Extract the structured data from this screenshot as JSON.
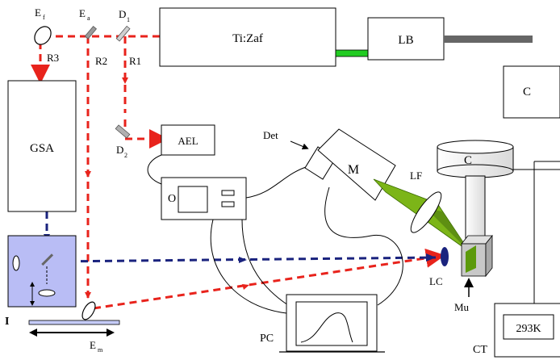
{
  "labels": {
    "ef": "E",
    "ef_sub": "f",
    "ea": "E",
    "ea_sub": "a",
    "d1": "D",
    "d1_sub": "1",
    "d2": "D",
    "d2_sub": "2",
    "r1": "R1",
    "r2": "R2",
    "r3": "R3",
    "tizaf": "Ti:Zaf",
    "lb": "LB",
    "c_top": "C",
    "c_cryo": "C",
    "gsa": "GSA",
    "ael": "AEL",
    "det": "Det",
    "m": "M",
    "lf": "LF",
    "o": "O",
    "lc": "LC",
    "mu": "Mu",
    "i": "I",
    "em": "E",
    "em_sub": "m",
    "pc": "PC",
    "ct": "CT",
    "temp": "293K"
  },
  "colors": {
    "red_beam": "#e8231c",
    "blue_beam": "#1a237e",
    "green_beam": "#7cb518",
    "green_rod": "#22cc22",
    "gsa_window": "#b9bdf5",
    "mirror": "#9a9a9a"
  }
}
